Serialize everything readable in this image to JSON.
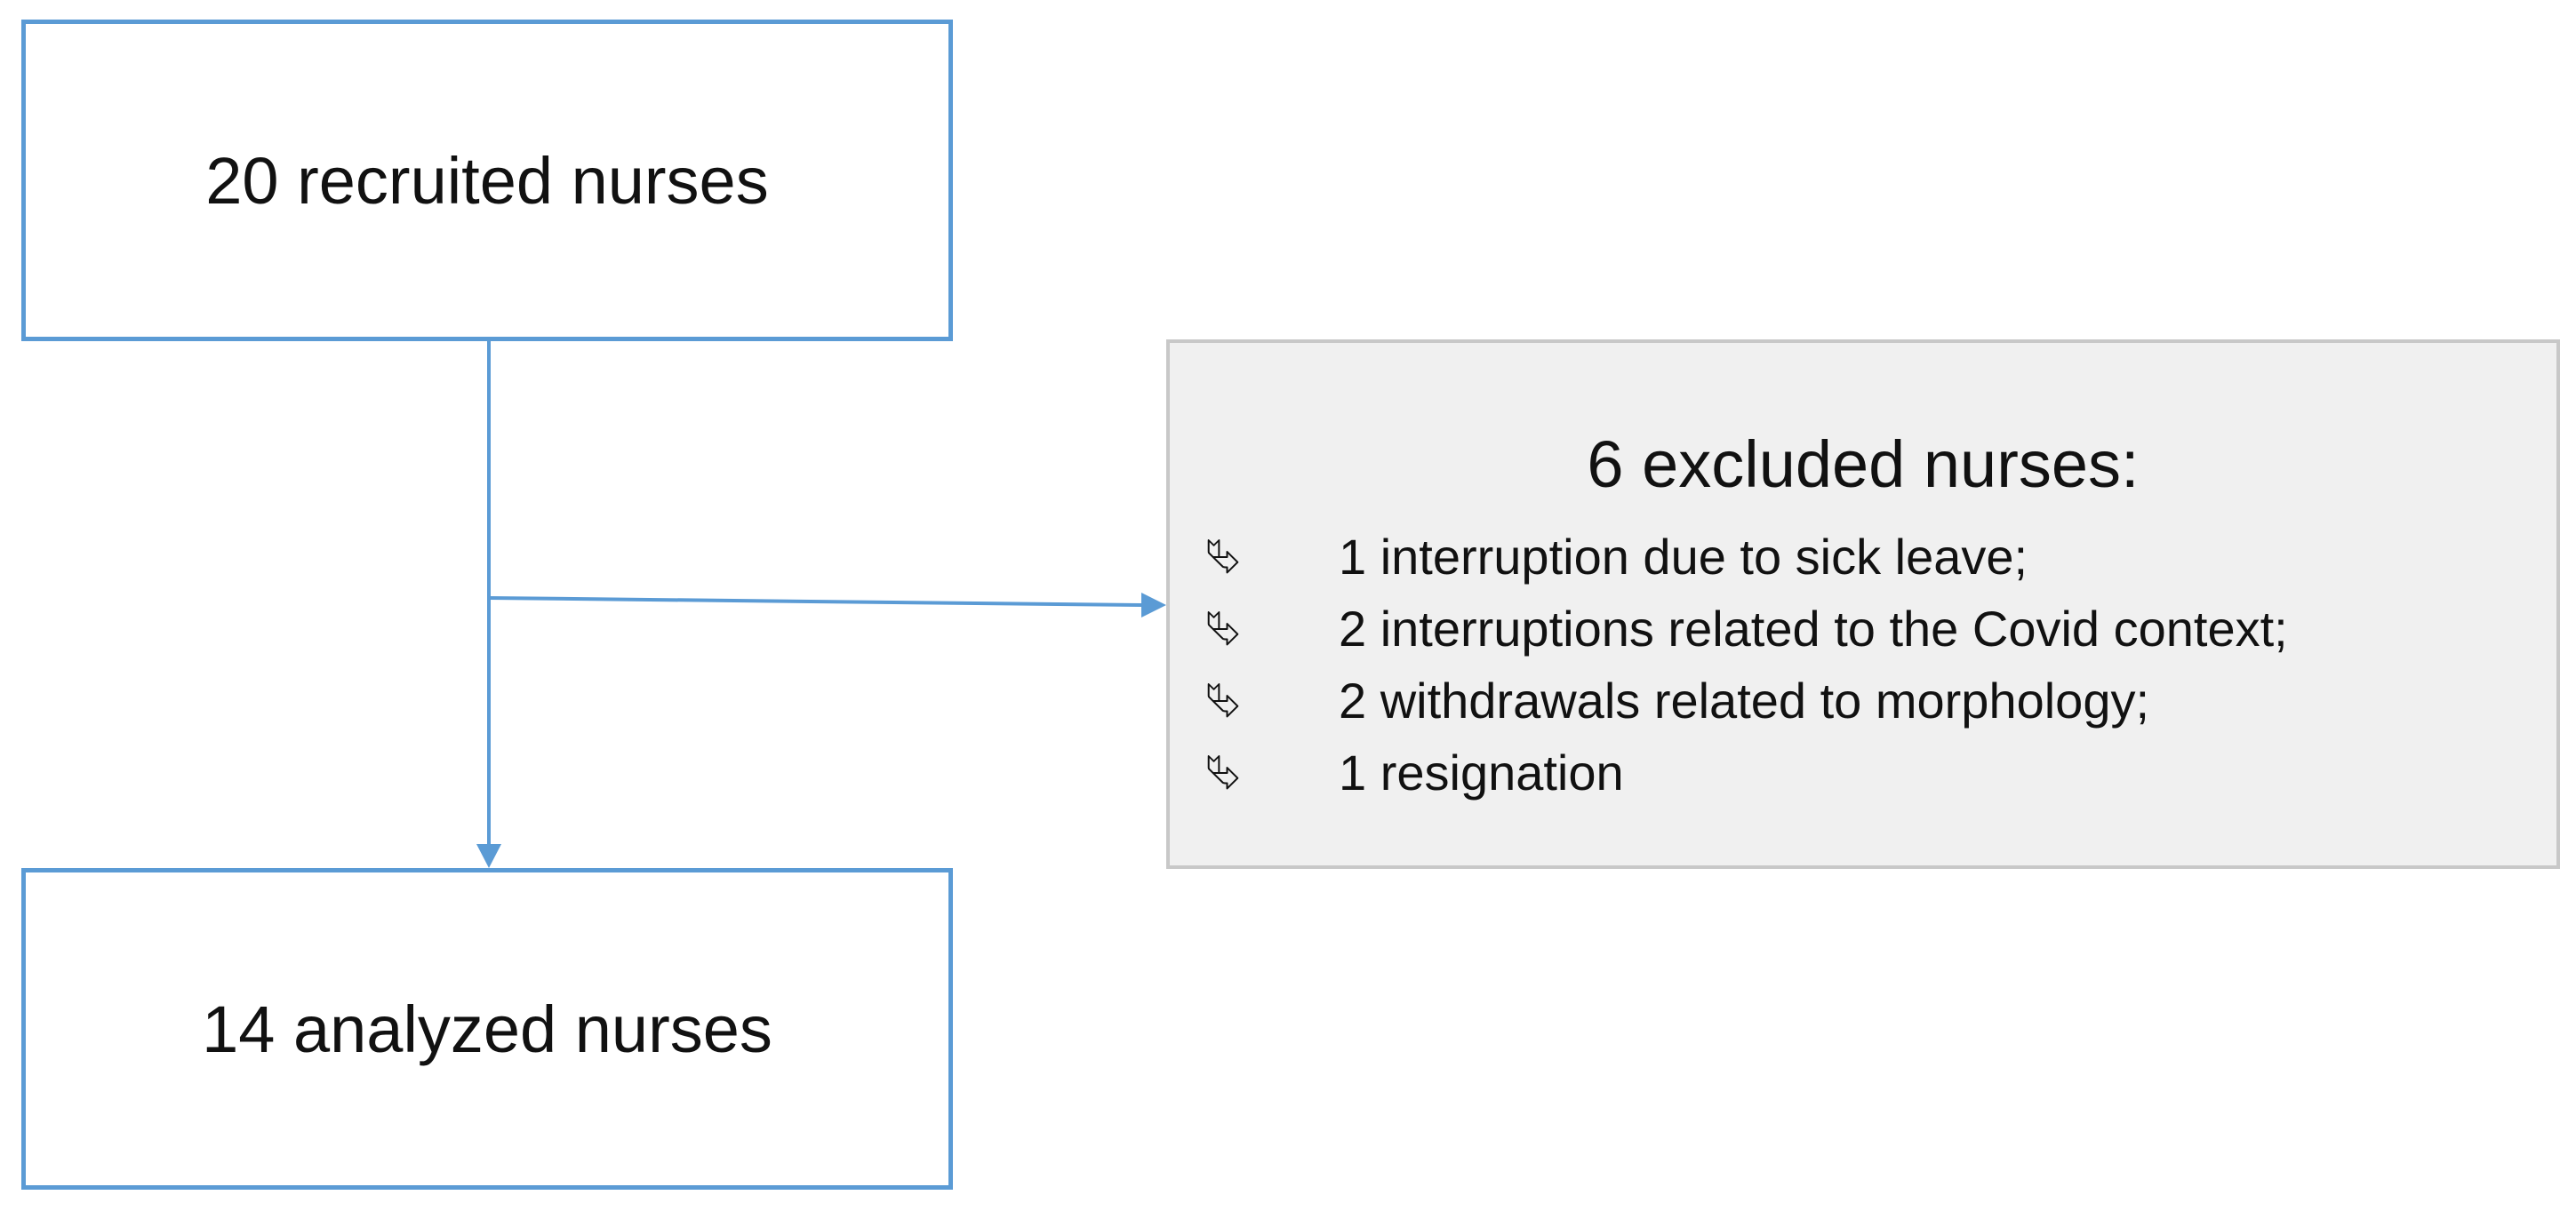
{
  "flowchart": {
    "recruited": {
      "label": "20 recruited nurses"
    },
    "analyzed": {
      "label": "14 analyzed nurses"
    },
    "excluded": {
      "title": "6 excluded nurses:",
      "bullet_symbol": "⮱",
      "items": [
        {
          "text": "1 interruption due to sick leave;"
        },
        {
          "text": "2 interruptions related to the Covid context;"
        },
        {
          "text": "2 withdrawals related to morphology;"
        },
        {
          "text": "1 resignation"
        }
      ]
    }
  },
  "colors": {
    "main_box_border": "#5b9bd5",
    "excluded_box_fill": "#f0f0f0",
    "excluded_box_border": "#c8c8c8",
    "arrow": "#5b9bd5"
  }
}
